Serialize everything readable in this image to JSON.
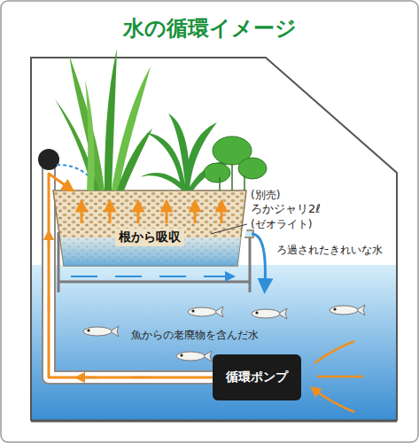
{
  "diagram": {
    "title": "水の循環イメージ",
    "nodes": [
      {
        "text": [
          "根から吸収"
        ]
      },
      {
        "text": [
          "循環ポンプ"
        ]
      }
    ],
    "edges": [
      {
        "from": 1,
        "to": 0,
        "arrow": "to"
      }
    ],
    "labels": [
      "(別売)",
      "ろかジャリ2ℓ",
      "(ゼオライト)",
      "ろ過されたきれいな水",
      "魚からの老廃物を含んだ水"
    ]
  }
}
